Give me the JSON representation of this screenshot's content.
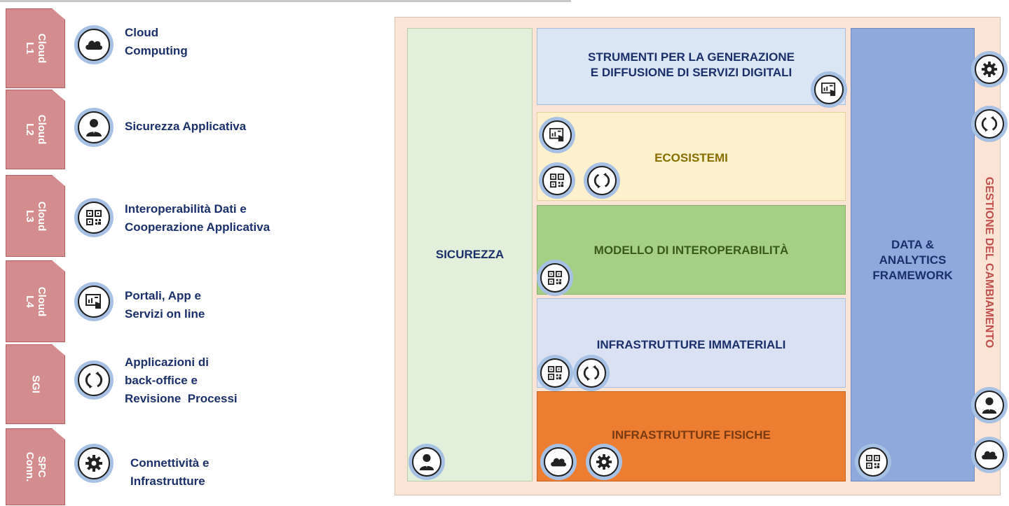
{
  "legend": [
    {
      "tab": "Cloud\nL1",
      "label": "Cloud\nComputing",
      "icon": "cloud-icon"
    },
    {
      "tab": "Cloud\nL2",
      "label": "Sicurezza Applicativa",
      "icon": "user-icon"
    },
    {
      "tab": "Cloud\nL3",
      "label": "Interoperabilità Dati e\nCooperazione Applicativa",
      "icon": "qr-code-icon"
    },
    {
      "tab": "Cloud\nL4",
      "label": "Portali, App e\nServizi on line",
      "icon": "portal-icon"
    },
    {
      "tab": "SGI",
      "label": "Applicazioni di\nback-office e\nRevisione  Processi",
      "icon": "refresh-icon"
    },
    {
      "tab": "SPC\nConn.",
      "label": "Connettività e\nInfrastrutture",
      "icon": "gear-icon"
    }
  ],
  "diagram": {
    "sicurezza": "SICUREZZA",
    "strumenti": "STRUMENTI PER LA GENERAZIONE\nE DIFFUSIONE DI SERVIZI DIGITALI",
    "ecosistemi": "ECOSISTEMI",
    "modello": "MODELLO DI INTEROPERABILITÀ",
    "immateriali": "INFRASTRUTTURE IMMATERIALI",
    "fisiche": "INFRASTRUTTURE FISICHE",
    "data_analytics": "DATA &\nANALYTICS\nFRAMEWORK",
    "gestione": "GESTIONE DEL CAMBIAMENTO"
  },
  "colors": {
    "tab": "#d48d8e",
    "legend_text": "#1b2f6b",
    "sicurezza": "#e2efda",
    "strumenti": "#dae6f3",
    "ecosistemi": "#fdf0cc",
    "modello": "#a6cf86",
    "immateriali": "#d9e1f2",
    "fisiche": "#ed7d31",
    "data_analytics": "#8ea9db",
    "frame": "#fbe3d5",
    "gestione": "#c0504d"
  }
}
